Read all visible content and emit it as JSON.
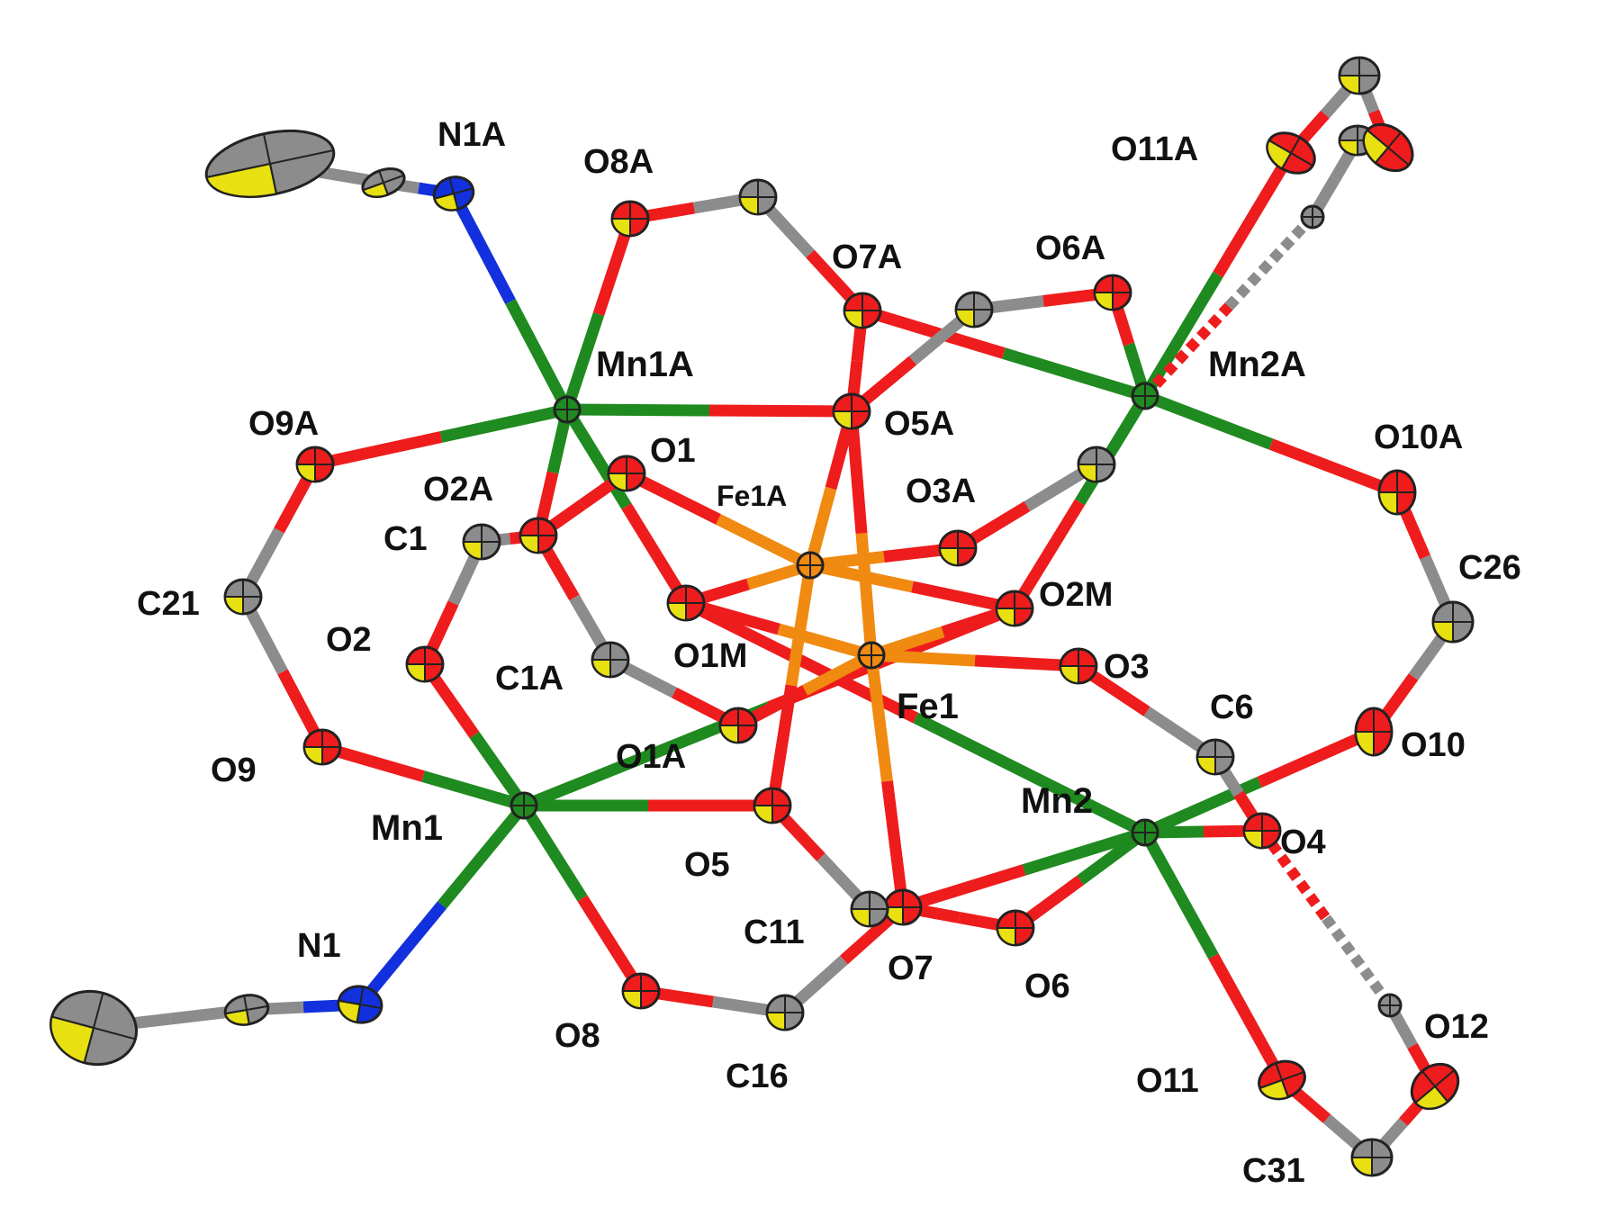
{
  "colors": {
    "Mn": "#1f8a1f",
    "Fe": "#f08a10",
    "O": "#ee1c1c",
    "N": "#1230dd",
    "C": "#8c8c8c",
    "H": "#8c8c8c",
    "octant": "#e8e010",
    "outline": "#222222",
    "label": "#111111"
  },
  "atoms": {
    "Mn1": "Mn1",
    "Mn1A": "Mn1A",
    "Mn2": "Mn2",
    "Mn2A": "Mn2A",
    "Fe1": "Fe1",
    "Fe1A": "Fe1A",
    "O1": "O1",
    "O1A": "O1A",
    "O1M": "O1M",
    "O2": "O2",
    "O2A": "O2A",
    "O2M": "O2M",
    "O3": "O3",
    "O3A": "O3A",
    "O4": "O4",
    "O5": "O5",
    "O5A": "O5A",
    "O6": "O6",
    "O6A": "O6A",
    "O7": "O7",
    "O7A": "O7A",
    "O8": "O8",
    "O8A": "O8A",
    "O9": "O9",
    "O9A": "O9A",
    "O10": "O10",
    "O10A": "O10A",
    "O11": "O11",
    "O11A": "O11A",
    "O12": "O12",
    "N1": "N1",
    "N1A": "N1A",
    "C1": "C1",
    "C1A": "C1A",
    "C6": "C6",
    "C11": "C11",
    "C16": "C16",
    "C21": "C21",
    "C26": "C26",
    "C31": "C31"
  }
}
